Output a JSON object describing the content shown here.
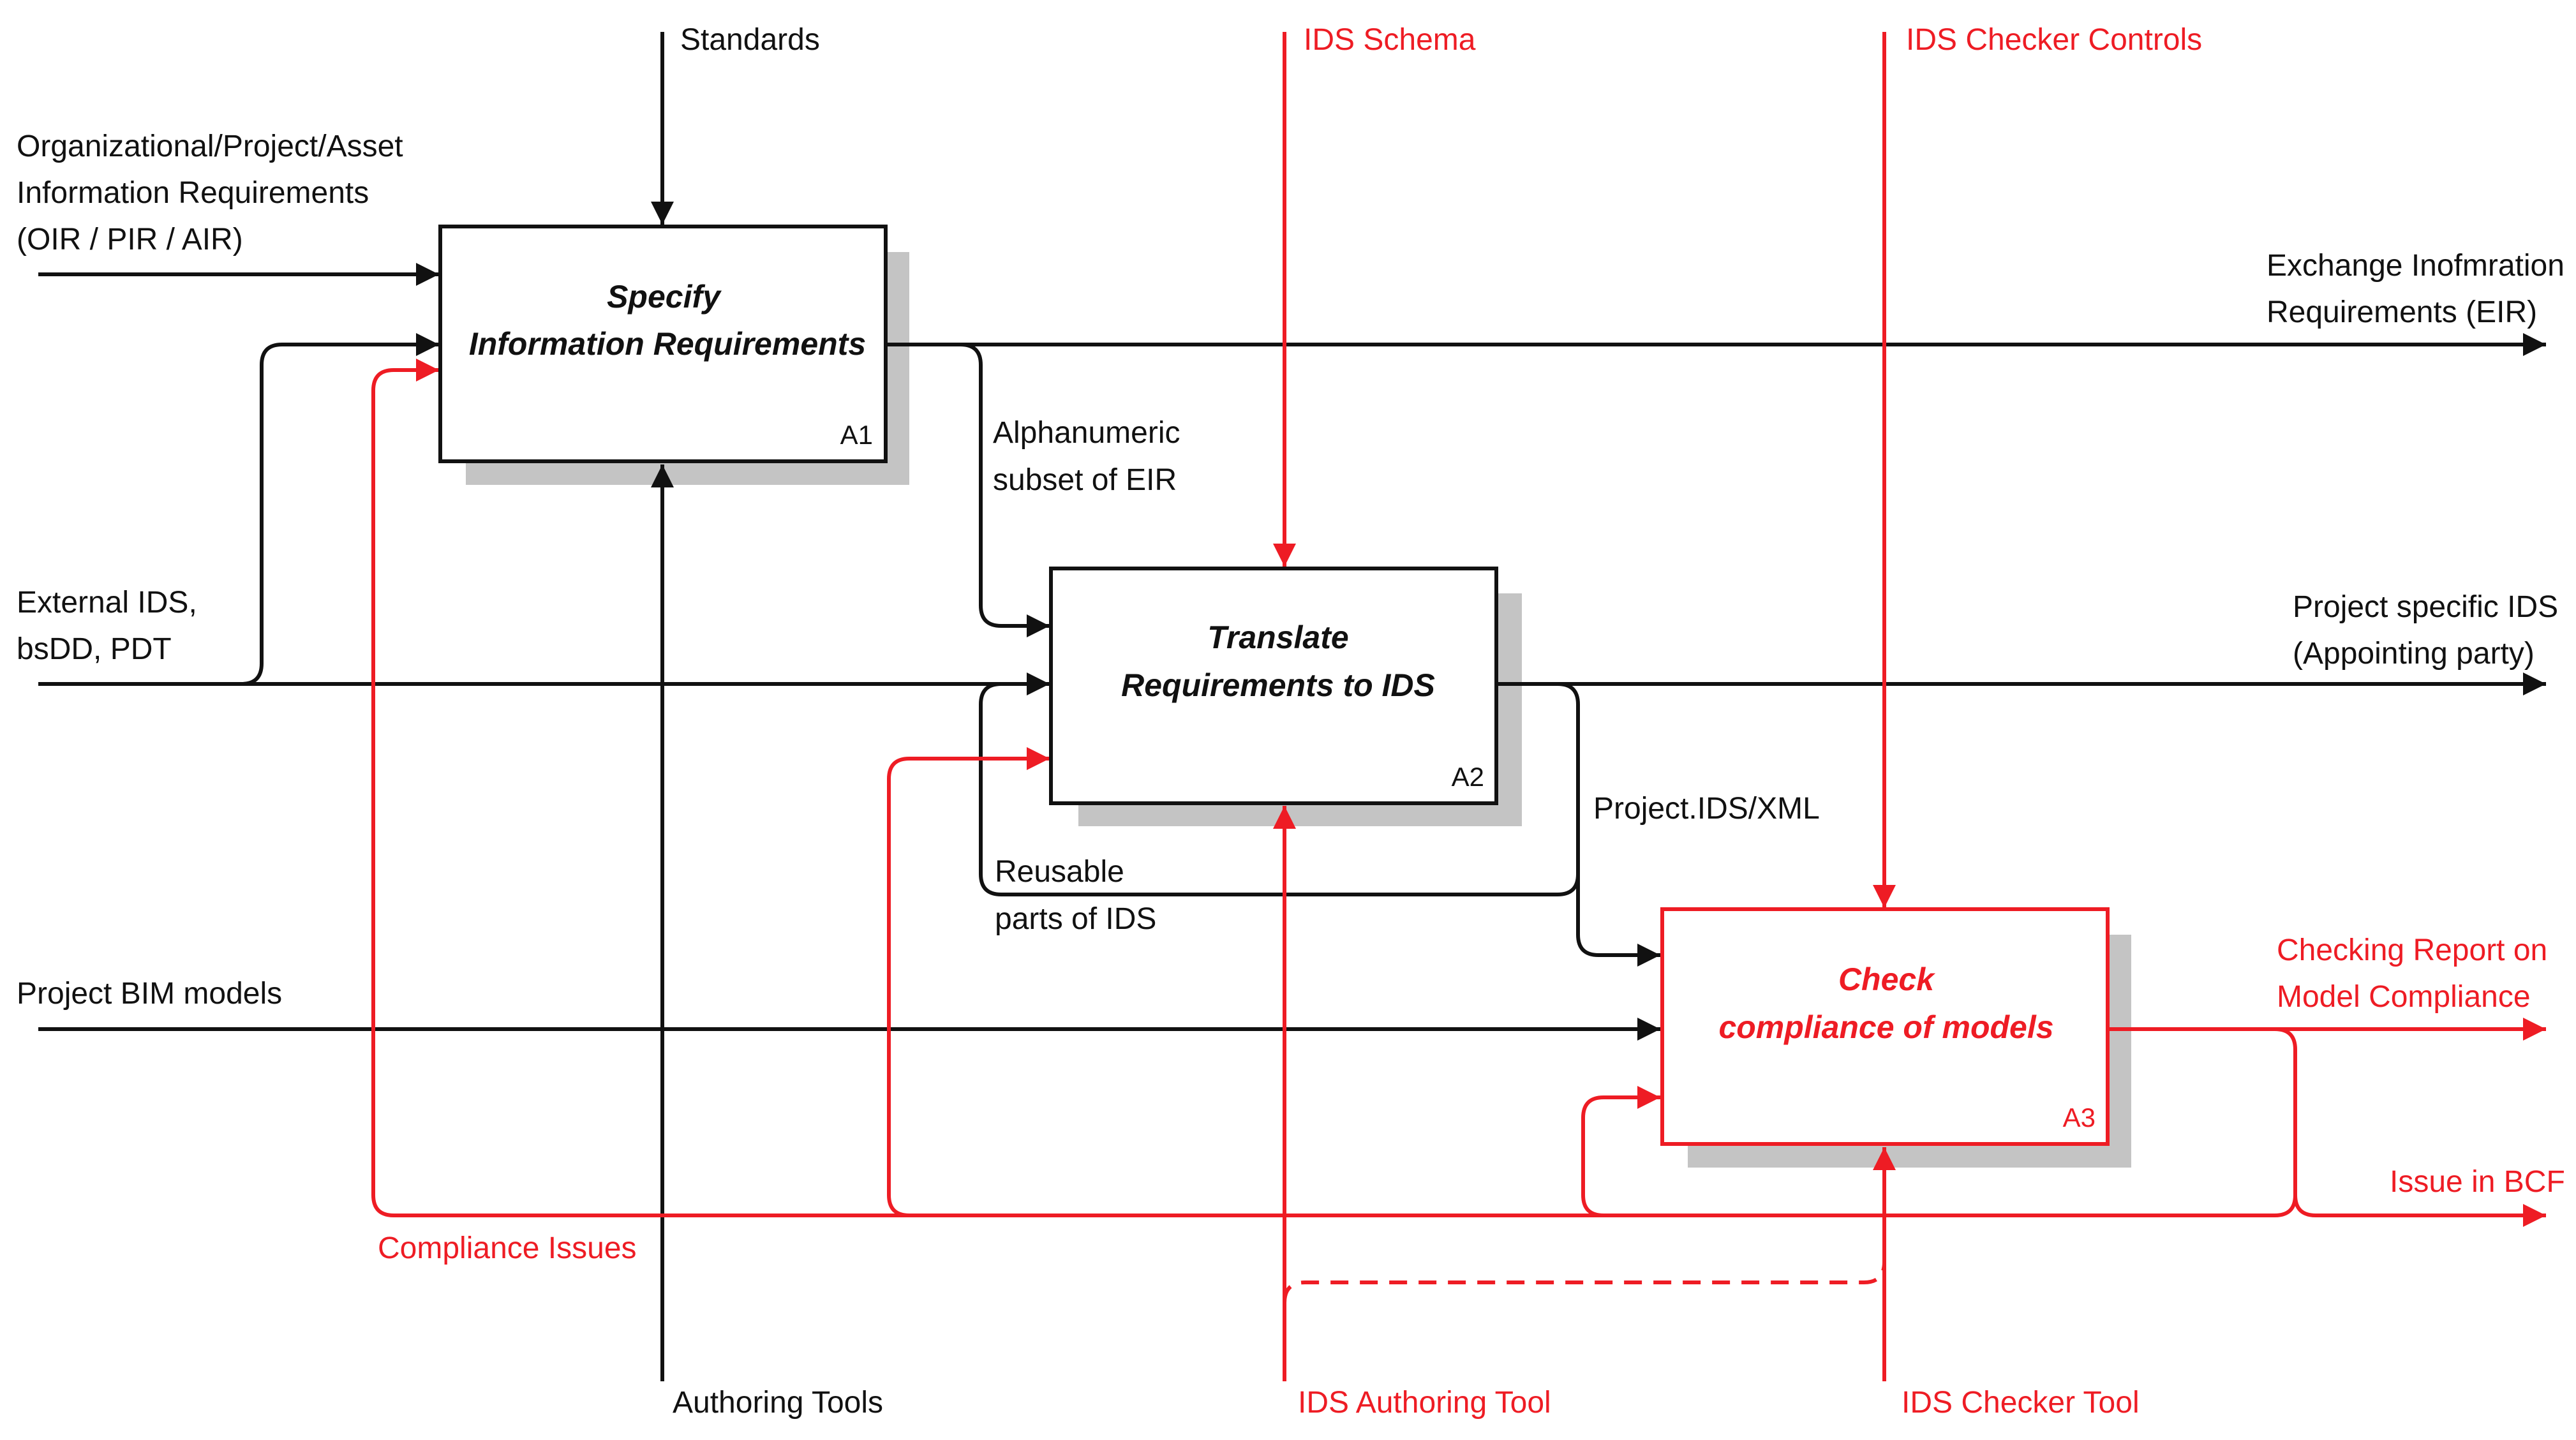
{
  "colors": {
    "black": "#111111",
    "red": "#ee1c24",
    "shadow": "#c4c4c4"
  },
  "boxes": {
    "a1": {
      "title_line1": "Specify",
      "title_line2": "Information Requirements",
      "id": "A1"
    },
    "a2": {
      "title_line1": "Translate",
      "title_line2": "Requirements to IDS",
      "id": "A2"
    },
    "a3": {
      "title_line1": "Check",
      "title_line2": "compliance of models",
      "id": "A3"
    }
  },
  "labels": {
    "standards": "Standards",
    "ids_schema": "IDS Schema",
    "ids_checker_controls": "IDS Checker Controls",
    "oir_line1": "Organizational/Project/Asset",
    "oir_line2": "Information Requirements",
    "oir_line3": "(OIR / PIR / AIR)",
    "external_line1": "External IDS,",
    "external_line2": "bsDD, PDT",
    "project_bim": "Project BIM models",
    "eir_line1": "Exchange Inofmration",
    "eir_line2": "Requirements (EIR)",
    "alpha_line1": "Alphanumeric",
    "alpha_line2": "subset of EIR",
    "project_ids_line1": "Project specific IDS",
    "project_ids_line2": "(Appointing party)",
    "project_ids_xml": "Project.IDS/XML",
    "reusable_line1": "Reusable",
    "reusable_line2": "parts of IDS",
    "checking_line1": "Checking Report on",
    "checking_line2": "Model Compliance",
    "issue_bcf": "Issue in BCF",
    "compliance_issues": "Compliance Issues",
    "authoring_tools": "Authoring Tools",
    "ids_authoring_tool": "IDS Authoring Tool",
    "ids_checker_tool": "IDS Checker Tool"
  }
}
